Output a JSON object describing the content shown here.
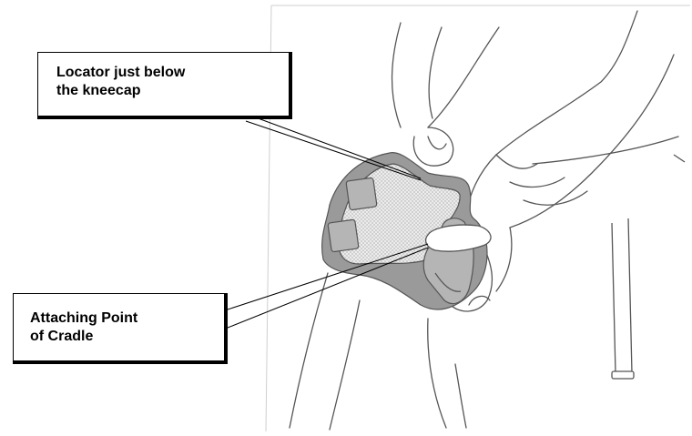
{
  "callouts": {
    "locator": {
      "line1": "Locator just below",
      "line2": "the kneecap"
    },
    "attaching_point": {
      "line1": "Attaching Point",
      "line2": "of Cradle"
    }
  },
  "colors": {
    "outline": "#555555",
    "brace_fill": "#9a9a9a",
    "pad_fill": "#e4e4e4",
    "strap_fill": "#b5b5b5",
    "frame": "#cfcfcf"
  }
}
